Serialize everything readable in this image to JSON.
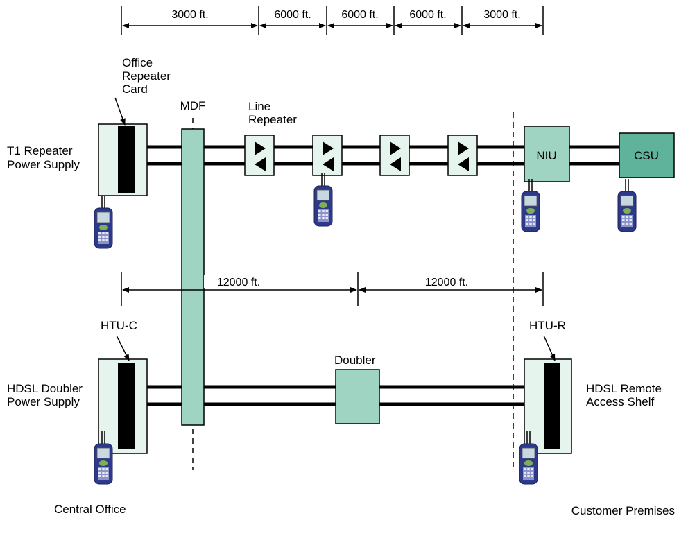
{
  "labels": {
    "office_repeater_card": [
      "Office",
      "Repeater",
      "Card"
    ],
    "mdf": "MDF",
    "line_repeater": [
      "Line",
      "Repeater"
    ],
    "t1_power_supply": [
      "T1 Repeater",
      "Power Supply"
    ],
    "niu": "NIU",
    "csu": "CSU",
    "htu_c": "HTU-C",
    "htu_r": "HTU-R",
    "doubler": "Doubler",
    "hdsl_doubler_power_supply": [
      "HDSL Doubler",
      "Power Supply"
    ],
    "hdsl_remote_access_shelf": [
      "HDSL Remote",
      "Access Shelf"
    ],
    "central_office": "Central Office",
    "customer_premises": "Customer Premises"
  },
  "top_spans": [
    "3000 ft.",
    "6000 ft.",
    "6000 ft.",
    "6000 ft.",
    "3000 ft."
  ],
  "mid_spans": [
    "12000 ft.",
    "12000 ft."
  ],
  "colors": {
    "pale_box": "#e6f4ee",
    "teal_box": "#9fd4c3",
    "csu_box": "#5fb39a",
    "card_black": "#000000",
    "tester_body": "#2d3a8c",
    "tester_screen": "#c8d8e0"
  },
  "icons": [
    "arrow-right-icon",
    "arrow-left-icon",
    "handheld-tester-icon"
  ]
}
